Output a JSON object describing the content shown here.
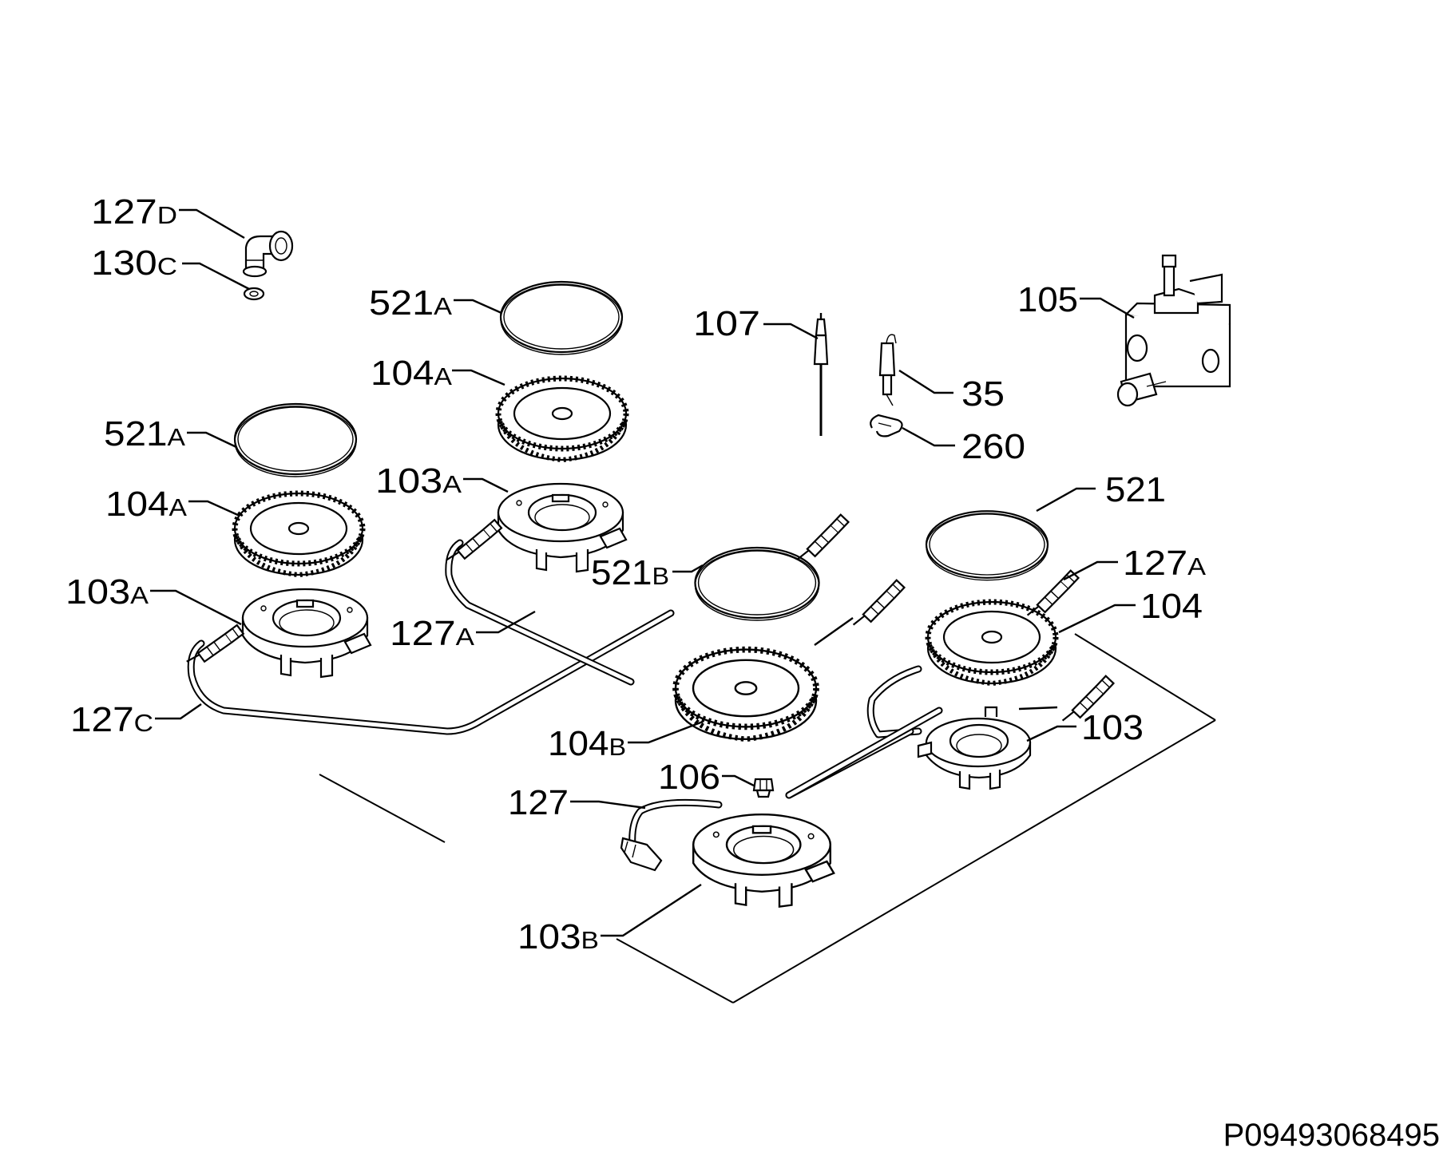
{
  "drawing_code": "P09493068495",
  "labels": {
    "l_127d": {
      "num": "127",
      "suffix": "D"
    },
    "l_130c": {
      "num": "130",
      "suffix": "C"
    },
    "l_521a_top": {
      "num": "521",
      "suffix": "A"
    },
    "l_104a_top": {
      "num": "104",
      "suffix": "A"
    },
    "l_521a_left": {
      "num": "521",
      "suffix": "A"
    },
    "l_103a_top": {
      "num": "103",
      "suffix": "A"
    },
    "l_104a_left": {
      "num": "104",
      "suffix": "A"
    },
    "l_103a_left": {
      "num": "103",
      "suffix": "A"
    },
    "l_127a_mid": {
      "num": "127",
      "suffix": "A"
    },
    "l_127c": {
      "num": "127",
      "suffix": "C"
    },
    "l_107": {
      "num": "107",
      "suffix": ""
    },
    "l_35": {
      "num": "35",
      "suffix": ""
    },
    "l_260": {
      "num": "260",
      "suffix": ""
    },
    "l_105": {
      "num": "105",
      "suffix": ""
    },
    "l_521": {
      "num": "521",
      "suffix": ""
    },
    "l_127a_right": {
      "num": "127",
      "suffix": "A"
    },
    "l_104": {
      "num": "104",
      "suffix": ""
    },
    "l_103": {
      "num": "103",
      "suffix": ""
    },
    "l_521b": {
      "num": "521",
      "suffix": "B"
    },
    "l_104b": {
      "num": "104",
      "suffix": "B"
    },
    "l_106": {
      "num": "106",
      "suffix": ""
    },
    "l_127": {
      "num": "127",
      "suffix": ""
    },
    "l_103b": {
      "num": "103",
      "suffix": "B"
    }
  }
}
